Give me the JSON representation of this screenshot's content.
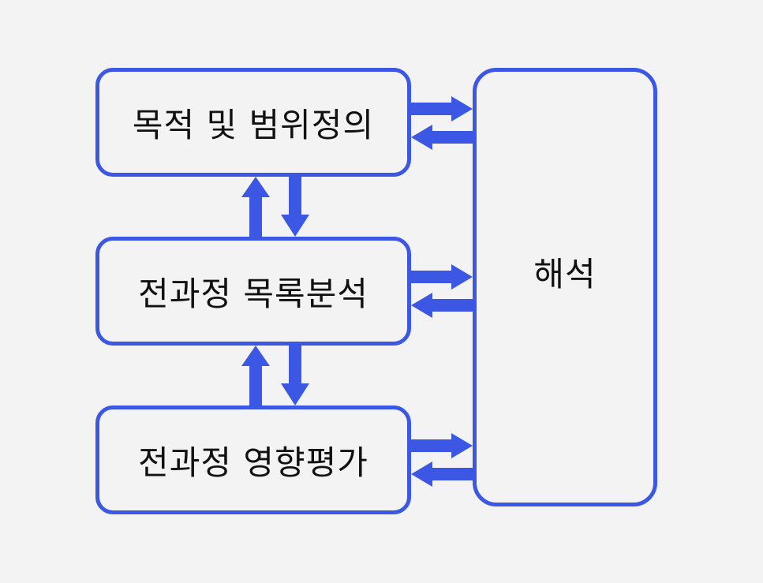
{
  "diagram": {
    "stages": {
      "goal_scope": "목적 및 범위정의",
      "inventory": "전과정 목록분석",
      "impact": "전과정 영향평가",
      "interpretation": "해석"
    },
    "accent_color": "#3b57e4",
    "background_color": "#f3f3f3"
  }
}
